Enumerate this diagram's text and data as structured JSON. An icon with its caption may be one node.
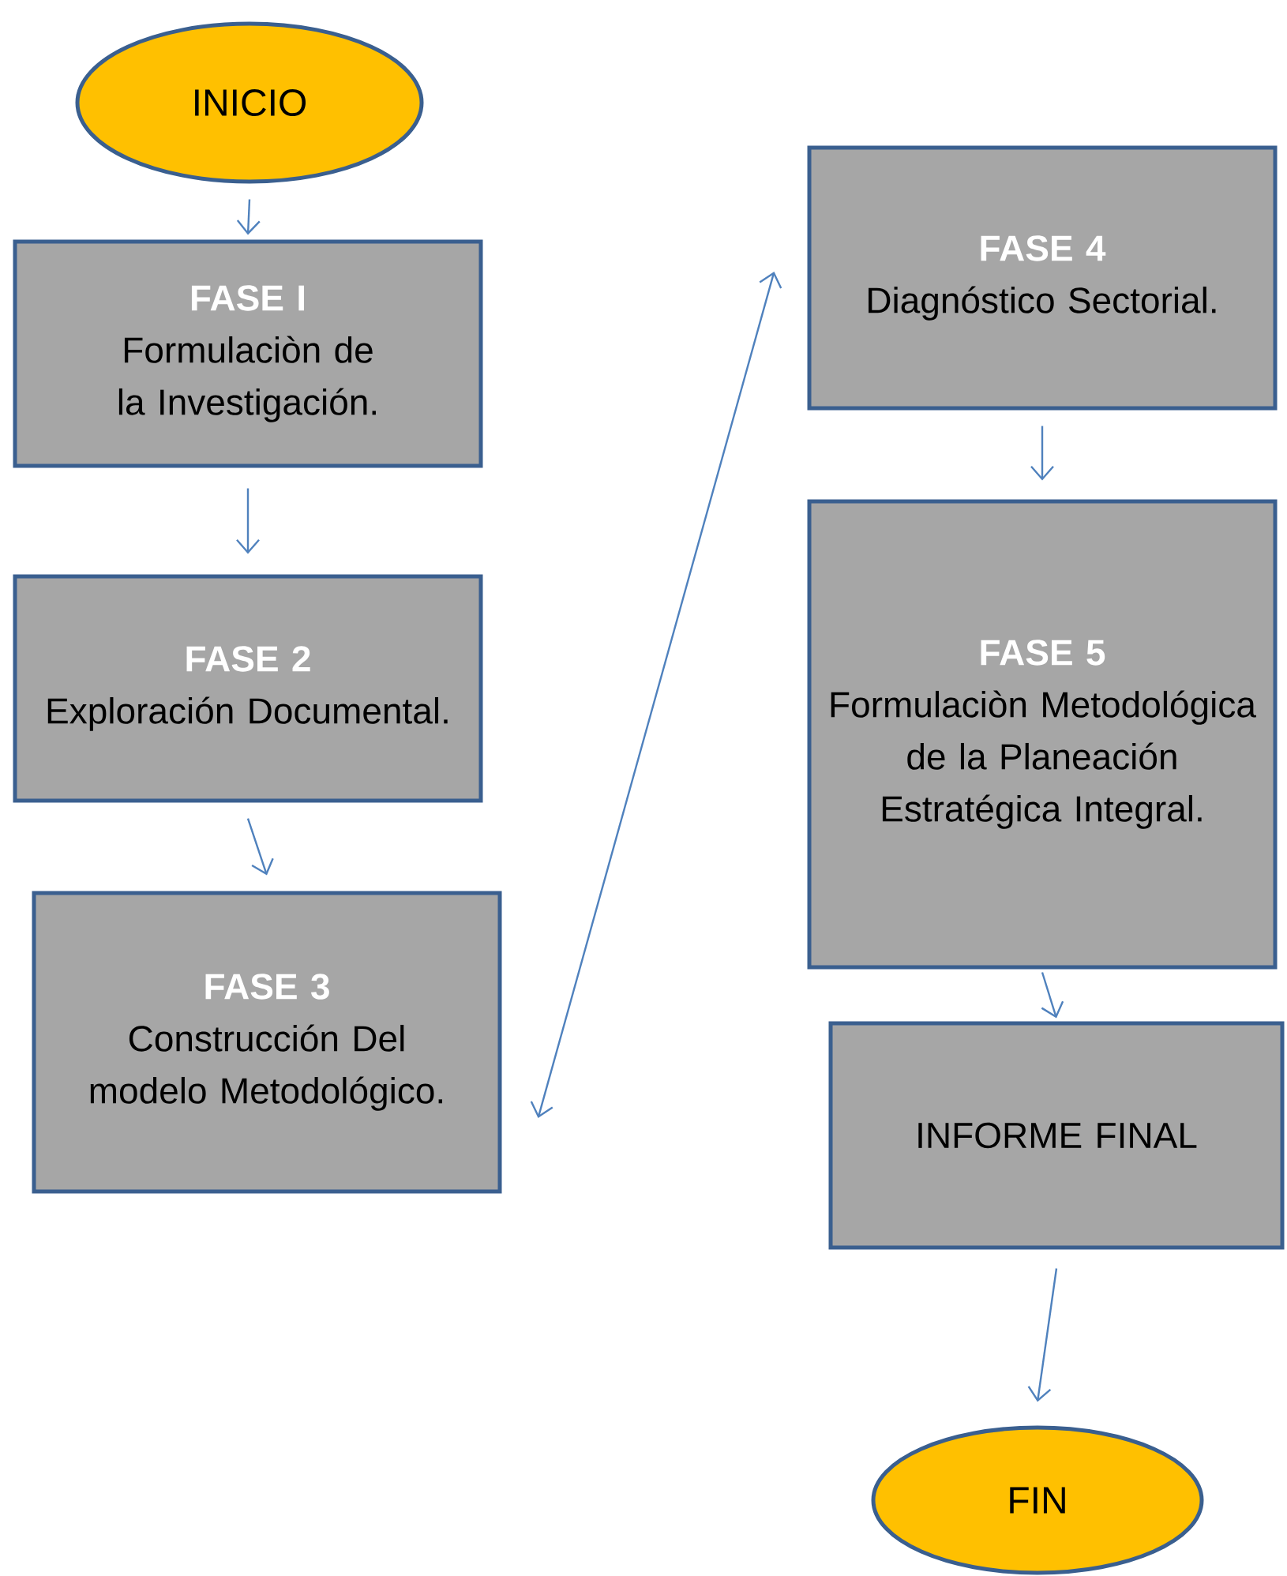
{
  "diagram": {
    "nodes": [
      {
        "text": [
          "INICIO"
        ]
      },
      {
        "text": [
          "FASE I",
          "Formulaciòn de la Investigación."
        ]
      },
      {
        "text": [
          "FASE 2",
          "Exploración Documental."
        ]
      },
      {
        "text": [
          "FASE 3",
          "Construcción Del modelo Metodológico."
        ]
      },
      {
        "text": [
          "FASE 4",
          "Diagnóstico Sectorial."
        ]
      },
      {
        "text": [
          "FASE 5",
          "Formulaciòn Metodológica de la Planeación Estratégica Integral."
        ]
      },
      {
        "text": [
          "INFORME FINAL"
        ]
      },
      {
        "text": [
          "FIN"
        ]
      }
    ],
    "edges": [
      {
        "from": 0,
        "to": 1,
        "arrow": "to"
      },
      {
        "from": 1,
        "to": 2,
        "arrow": "to"
      },
      {
        "from": 2,
        "to": 3,
        "arrow": "to"
      },
      {
        "from": 3,
        "to": 4,
        "arrow": "both"
      },
      {
        "from": 4,
        "to": 5,
        "arrow": "to"
      },
      {
        "from": 5,
        "to": 6,
        "arrow": "to"
      },
      {
        "from": 6,
        "to": 7,
        "arrow": "to"
      }
    ]
  }
}
